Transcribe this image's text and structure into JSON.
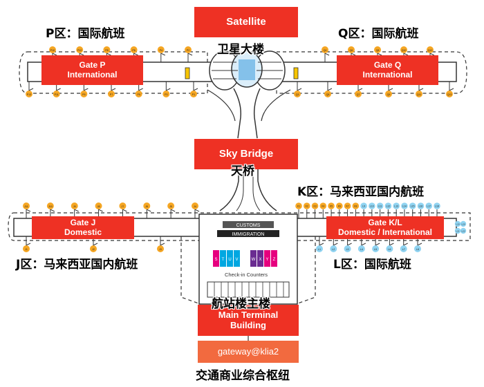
{
  "colors": {
    "red": "#ee3124",
    "orange": "#f5a623",
    "bluegate": "#8fd3f1",
    "outline": "#333333"
  },
  "satellite": {
    "label": "Satellite",
    "caption": "卫星大楼"
  },
  "gate_p": {
    "title": "Gate P",
    "subtitle": "International",
    "caption": "P区：国际航班",
    "gates_top": [
      "P10",
      "P12",
      "P8",
      "P6",
      "P4",
      "P2"
    ],
    "gates_bottom": [
      "P13",
      "P11",
      "P9",
      "P7",
      "P5",
      "P3",
      "P1"
    ]
  },
  "gate_q": {
    "title": "Gate Q",
    "subtitle": "International",
    "caption": "Q区：国际航班",
    "gates_top": [
      "Q4",
      "Q6",
      "Q8",
      "Q10",
      "Q12"
    ],
    "gates_bottom": [
      "Q3",
      "Q5",
      "Q7",
      "Q9",
      "Q11",
      "Q13"
    ]
  },
  "sky_bridge": {
    "label": "Sky Bridge",
    "caption": "天桥"
  },
  "gate_j": {
    "title": "Gate J",
    "subtitle": "Domestic",
    "caption": "J区：马来西亚国内航班",
    "gates_top": [
      "J11",
      "J10",
      "J9",
      "J8",
      "J7",
      "J6",
      "J5",
      "J4"
    ],
    "gates_bottom": [
      "J1",
      "J2",
      "J3"
    ]
  },
  "gate_kl": {
    "title": "Gate K/L",
    "subtitle": "Domestic / International",
    "caption_k": "K区：马来西亚国内航班",
    "caption_l": "L区：国际航班",
    "gates_top": [
      "K1",
      "K2",
      "K3",
      "K4",
      "K5",
      "K6",
      "K7",
      "K8",
      "L9",
      "L10",
      "L11",
      "L12",
      "L13",
      "L14",
      "L15",
      "L16",
      "L17",
      "L18"
    ],
    "gates_bottom": [
      "L1",
      "L2",
      "L3",
      "L4",
      "L5",
      "L6",
      "L7",
      "L8"
    ],
    "gates_end": [
      "L19",
      "L20",
      "L21",
      "L22"
    ]
  },
  "main_terminal": {
    "customs": "CUSTOMS",
    "immigration": "IMMIGRATION",
    "counters_left": [
      "S",
      "T",
      "U",
      "V"
    ],
    "counters_right": [
      "W",
      "X",
      "Y",
      "Z"
    ],
    "checkin_label": "Check-in Counters",
    "caption": "航站楼主楼",
    "label": "Main Terminal Building"
  },
  "gateway": {
    "label": "gateway@klia2",
    "caption": "交通商业综合枢纽"
  }
}
